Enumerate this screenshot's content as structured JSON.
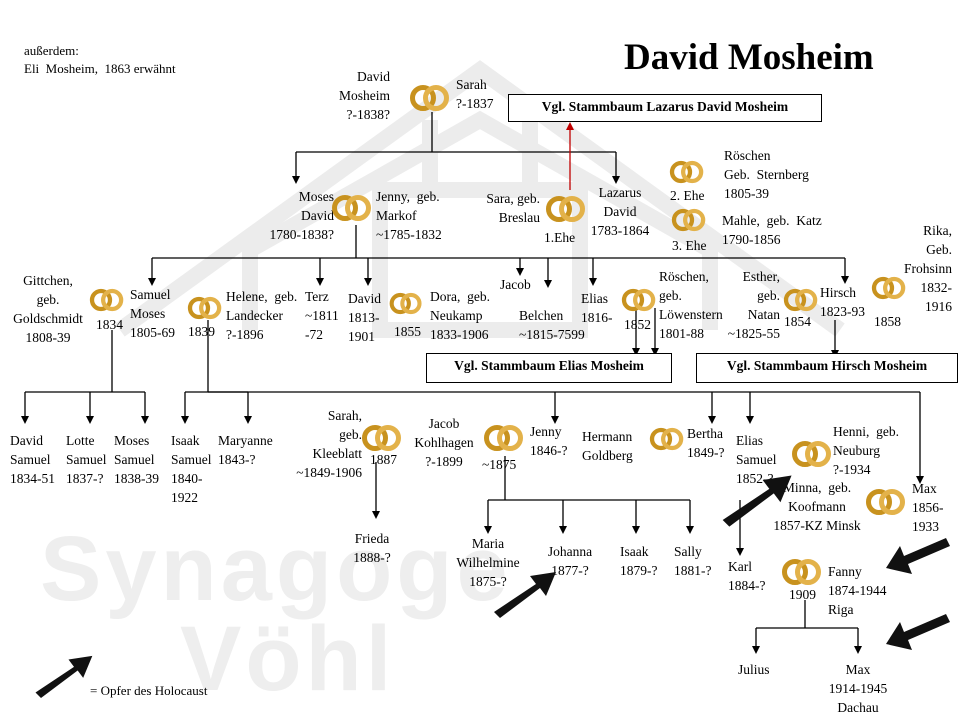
{
  "title": "David Mosheim",
  "note": {
    "line1": "außerdem:",
    "line2": "Eli  Mosheim,  1863 erwähnt"
  },
  "legend": "= Opfer des Holocaust",
  "watermark": {
    "row1": "Synagoge",
    "row2": "Vöhl"
  },
  "refs": {
    "lazarus": "Vgl. Stammbaum  Lazarus  David Mosheim",
    "elias": "Vgl. Stammbaum  Elias Mosheim",
    "hirsch": "Vgl. Stammbaum  Hirsch  Mosheim"
  },
  "gen1": {
    "david": "David\nMosheim\n?-1838?",
    "sarah": "Sarah\n?-1837"
  },
  "gen2": {
    "moses": "Moses\nDavid\n1780-1838?",
    "jenny": "Jenny,  geb.\nMarkof\n~1785-1832",
    "sara": "Sara, geb.\nBreslau",
    "ehe1": "1.Ehe",
    "lazarus": "Lazarus\nDavid\n1783-1864",
    "ehe2": "2. Ehe",
    "roeschen_st": "Röschen\nGeb.  Sternberg\n1805-39",
    "ehe3": "3. Ehe",
    "mahle": "Mahle,  geb.  Katz\n1790-1856"
  },
  "gen3": {
    "gittchen": "Gittchen,\ngeb.\nGoldschmidt\n1808-39",
    "y1834": "1834",
    "samuel": "Samuel\nMoses\n1805-69",
    "y1839": "1839",
    "helene": "Helene,  geb.\nLandecker\n?-1896",
    "terz": "Terz\n~1811\n-72",
    "david": "David\n1813-\n1901",
    "y1855": "1855",
    "dora": "Dora,  geb.\nNeukamp\n1833-1906",
    "jacob": "Jacob",
    "belchen": "Belchen\n~1815-7599",
    "elias": "Elias\n1816-",
    "y1852": "1852",
    "roeschen_l": "Röschen,\ngeb.\nLöwenstern\n1801-88",
    "esther": "Esther,\ngeb.\nNatan\n~1825-55",
    "y1854": "1854",
    "hirsch": "Hirsch\n1823-93",
    "y1858": "1858",
    "rika": "Rika,\nGeb.\nFrohsinn\n1832-\n1916"
  },
  "gen4": {
    "david_s": "David\nSamuel\n1834-51",
    "lotte": "Lotte\nSamuel\n1837-?",
    "moses_s": "Moses\nSamuel\n1838-39",
    "isaak_s": "Isaak\nSamuel\n1840-\n1922",
    "maryanne": "Maryanne\n1843-?",
    "sarah_k": "Sarah,\ngeb.\nKleeblatt\n~1849-1906",
    "y1887": "1887",
    "jacob_k": "Jacob\nKohlhagen\n?-1899",
    "y1875": "~1875",
    "jenny_j": "Jenny\n1846-?",
    "hermann": "Hermann\nGoldberg",
    "bertha": "Bertha\n1849-?",
    "elias_s": "Elias\nSamuel\n1852-?",
    "henni": "Henni,  geb.\nNeuburg\n?-1934",
    "minna": "Minna,  geb.\nKoofmann\n1857-KZ Minsk",
    "max56": "Max\n1856-\n1933"
  },
  "gen5": {
    "frieda": "Frieda\n1888-?",
    "maria": "Maria\nWilhelmine\n1875-?",
    "johanna": "Johanna\n1877-?",
    "isaak": "Isaak\n1879-?",
    "sally": "Sally\n1881-?",
    "karl": "Karl\n1884-?",
    "y1909": "1909",
    "fanny": "Fanny\n1874-1944\nRiga"
  },
  "gen6": {
    "julius": "Julius",
    "max14": "Max\n1914-1945\nDachau"
  },
  "icons": {
    "marriage": "wedding-rings-icon",
    "victim": "holocaust-victim-arrow-icon"
  },
  "colors": {
    "line": "#000000",
    "ring": "#c8921e",
    "ref_arrow": "#c00000",
    "watermark": "#ececec"
  }
}
